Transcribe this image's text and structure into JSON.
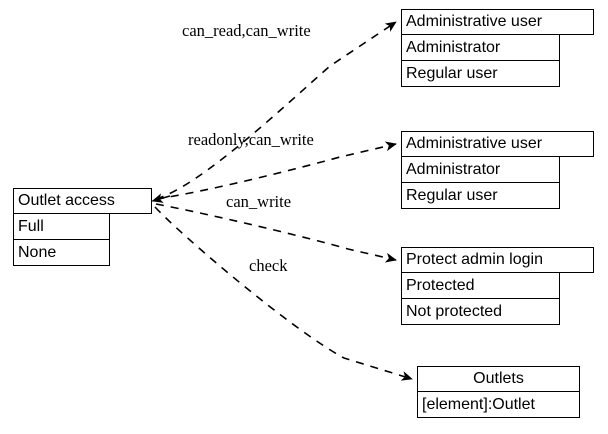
{
  "diagram": {
    "type": "entity-relationship-graph",
    "background_color": "#ffffff",
    "line_color": "#000000",
    "edge_style": "dashed-with-arrowhead",
    "nodes": [
      {
        "id": "outlet-access",
        "title": "Outlet access",
        "rows": [
          "Full",
          "None"
        ]
      },
      {
        "id": "administrative-user-1",
        "title": "Administrative user",
        "rows": [
          "Administrator",
          "Regular user"
        ]
      },
      {
        "id": "administrative-user-2",
        "title": "Administrative user",
        "rows": [
          "Administrator",
          "Regular user"
        ]
      },
      {
        "id": "protect-admin-login",
        "title": "Protect admin login",
        "rows": [
          "Protected",
          "Not protected"
        ]
      },
      {
        "id": "outlets",
        "title": "Outlets",
        "rows": [
          "[element]:Outlet"
        ]
      }
    ],
    "edges": [
      {
        "id": "edge-1",
        "label": "can_read,can_write",
        "from": "outlet-access",
        "to": "administrative-user-1"
      },
      {
        "id": "edge-2",
        "label": "readonly,can_write",
        "from": "outlet-access",
        "to": "administrative-user-2"
      },
      {
        "id": "edge-3",
        "label": "can_write",
        "from": "outlet-access",
        "to": "protect-admin-login"
      },
      {
        "id": "edge-4",
        "label": "check",
        "from": "outlet-access",
        "to": "outlets"
      }
    ]
  }
}
